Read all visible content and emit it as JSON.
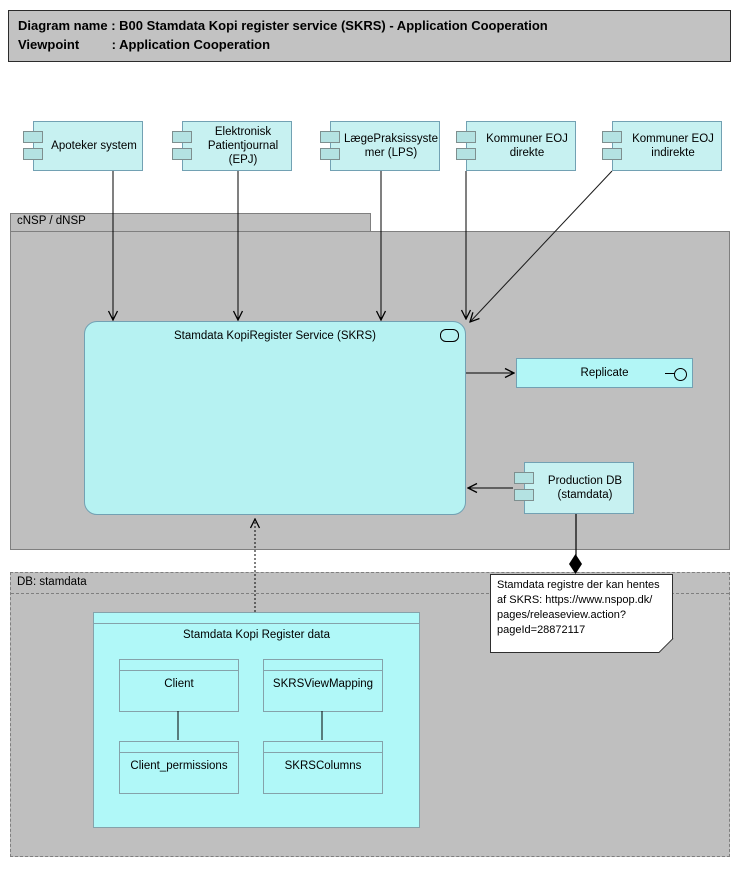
{
  "title": {
    "line1": "Diagram name : B00 Stamdata Kopi register service (SKRS) - Application Cooperation",
    "line2": "Viewpoint         : Application Cooperation"
  },
  "containers": {
    "cnsp": {
      "label": "cNSP / dNSP"
    },
    "db": {
      "label": "DB: stamdata"
    }
  },
  "components": [
    {
      "label": "Apoteker system"
    },
    {
      "label": "Elektronisk Patientjournal (EPJ)"
    },
    {
      "label": "LægePraksissyste\nmer (LPS)"
    },
    {
      "label": "Kommuner EOJ direkte"
    },
    {
      "label": "Kommuner EOJ indirekte"
    }
  ],
  "service": {
    "label": "Stamdata KopiRegister Service (SKRS)"
  },
  "replicate": {
    "label": "Replicate"
  },
  "production_db": {
    "label": "Production DB (stamdata)"
  },
  "note": {
    "text": "Stamdata registre der kan hentes\naf SKRS: https://www.nspop.dk/\npages/releaseview.action?\npageId=28872117"
  },
  "data_group": {
    "label": "Stamdata Kopi Register data",
    "tables": [
      {
        "label": "Client"
      },
      {
        "label": "SKRSViewMapping"
      },
      {
        "label": "Client_permissions"
      },
      {
        "label": "SKRSColumns"
      }
    ]
  },
  "colors": {
    "element_fill": "#C7F1F1",
    "data_fill": "#B0F8F8",
    "container_fill": "#BFBFBF",
    "container_border": "#7F7F7F",
    "element_border": "#72A1B3",
    "note_fill": "#FFFFFF",
    "line": "#000000"
  }
}
